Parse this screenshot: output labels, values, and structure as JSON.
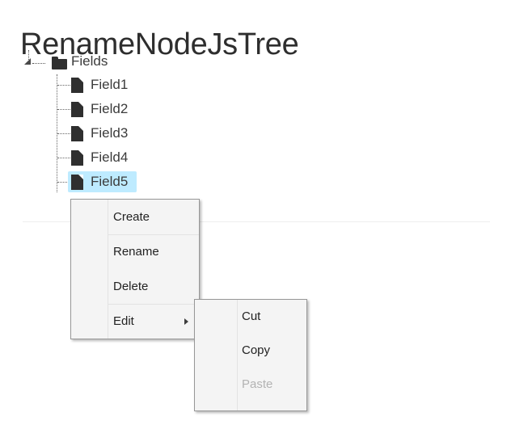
{
  "page": {
    "title": "RenameNodeJsTree",
    "divider": "horizontal-rule"
  },
  "tree": {
    "root": {
      "label": "Fields",
      "icon": "folder-icon",
      "expanded": true,
      "toggle_icon": "collapse-triangle-icon"
    },
    "children": [
      {
        "label": "Field1",
        "icon": "file-icon",
        "selected": false
      },
      {
        "label": "Field2",
        "icon": "file-icon",
        "selected": false
      },
      {
        "label": "Field3",
        "icon": "file-icon",
        "selected": false
      },
      {
        "label": "Field4",
        "icon": "file-icon",
        "selected": false
      },
      {
        "label": "Field5",
        "icon": "file-icon",
        "selected": true
      }
    ],
    "selection_color": "#beebff"
  },
  "context_menu": {
    "items": [
      {
        "label": "Create",
        "disabled": false,
        "has_submenu": false
      },
      {
        "label": "Rename",
        "disabled": false,
        "has_submenu": false
      },
      {
        "label": "Delete",
        "disabled": false,
        "has_submenu": false
      },
      {
        "label": "Edit",
        "disabled": false,
        "has_submenu": true,
        "submenu_icon": "chevron-right-icon"
      }
    ]
  },
  "submenu": {
    "items": [
      {
        "label": "Cut",
        "disabled": false
      },
      {
        "label": "Copy",
        "disabled": false
      },
      {
        "label": "Paste",
        "disabled": true
      }
    ]
  },
  "colors": {
    "menu_background": "#f4f4f4",
    "menu_border": "#979797",
    "disabled_text": "#b3b3b3",
    "text": "#222222",
    "icon_dark": "#2f2f2f"
  }
}
